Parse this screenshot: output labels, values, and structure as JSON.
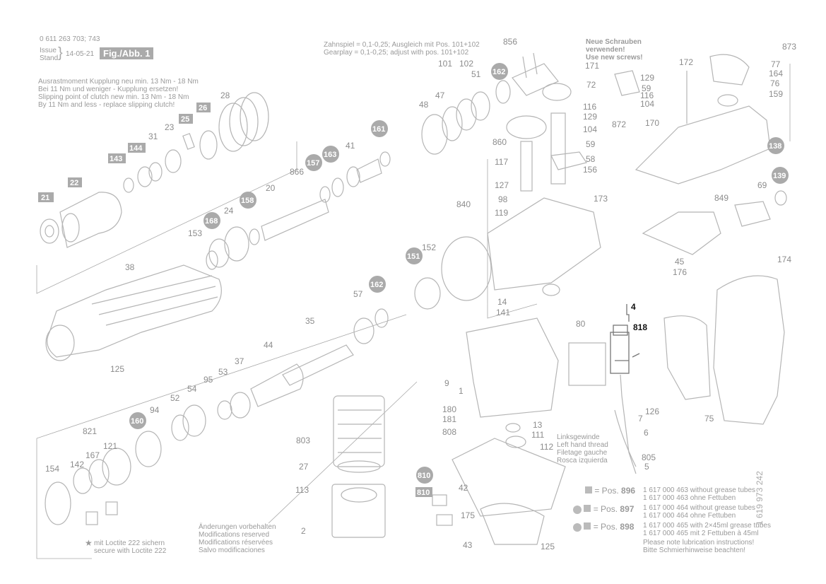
{
  "header": {
    "doc_number": "0 611 263 703; 743",
    "issue_label": "Issue",
    "stand_label": "Stand",
    "date": "14-05-21",
    "fig_label": "Fig./Abb. 1"
  },
  "notes": {
    "clutch": [
      "Ausrastmoment Kupplung neu min. 13 Nm - 18 Nm",
      "Bei 11 Nm und weniger - Kupplung ersetzen!",
      "Slipping point of clutch new min. 13 Nm - 18 Nm",
      "By 11 Nm and less - replace slipping clutch!"
    ],
    "gearplay": [
      "Zahnspiel = 0,1-0,25; Ausgleich mit Pos. 101+102",
      "Gearplay  = 0,1-0,25; adjust with pos. 101+102"
    ],
    "new_screws": [
      "Neue Schrauben",
      "verwenden!",
      "Use new screws!"
    ],
    "left_hand": [
      "Linksgewinde",
      "Left hand thread",
      "Filetage gauche",
      "Rosca izquierda"
    ],
    "changes": [
      "Änderungen vorbehalten",
      "Modifications reserved",
      "Modifications réservées",
      "Salvo modificaciones"
    ],
    "loctite": [
      "mit Loctite 222 sichern",
      "secure with Loctite 222"
    ],
    "loctite_star": "★"
  },
  "legend": {
    "pos_label": "= Pos.",
    "rows": [
      {
        "pos": "896",
        "lines": [
          "1 617 000 463 without grease tubes",
          "1 617 000 463 ohne Fettuben"
        ]
      },
      {
        "pos": "897",
        "lines": [
          "1 617 000 464 without grease tubes",
          "1 617 000 464 ohne Fettuben"
        ]
      },
      {
        "pos": "898",
        "lines": [
          "1 617 000 465 with 2×45ml grease tubes",
          "1 617 000 465 mit 2 Fettuben à 45ml"
        ]
      }
    ],
    "lubrication": [
      "Please note lubrication instructions!",
      "Bitte Schmierhinweise beachten!"
    ]
  },
  "side_code": "1 619 973 242",
  "highlight": {
    "top": "4",
    "bottom": "818"
  },
  "badges": {
    "square": [
      "21",
      "22",
      "143",
      "144",
      "25",
      "26",
      "810"
    ],
    "circle": [
      "157",
      "163",
      "158",
      "168",
      "162",
      "161",
      "151",
      "160",
      "810",
      "162",
      "138",
      "139"
    ]
  },
  "labels": [
    "28",
    "23",
    "31",
    "24",
    "20",
    "153",
    "38",
    "125",
    "866",
    "41",
    "35",
    "57",
    "44",
    "37",
    "53",
    "95",
    "54",
    "52",
    "94",
    "821",
    "167",
    "121",
    "142",
    "154",
    "803",
    "27",
    "113",
    "2",
    "856",
    "101",
    "102",
    "51",
    "47",
    "48",
    "171",
    "72",
    "116",
    "129",
    "104",
    "872",
    "59",
    "58",
    "156",
    "117",
    "127",
    "98",
    "840",
    "119",
    "173",
    "152",
    "14",
    "141",
    "860",
    "172",
    "170",
    "873",
    "77",
    "164",
    "76",
    "159",
    "849",
    "69",
    "45",
    "176",
    "174",
    "80",
    "9",
    "1",
    "180",
    "181",
    "808",
    "13",
    "111",
    "112",
    "7",
    "126",
    "6",
    "805",
    "5",
    "42",
    "175",
    "43",
    "125",
    "75",
    "129",
    "59",
    "116",
    "104"
  ]
}
